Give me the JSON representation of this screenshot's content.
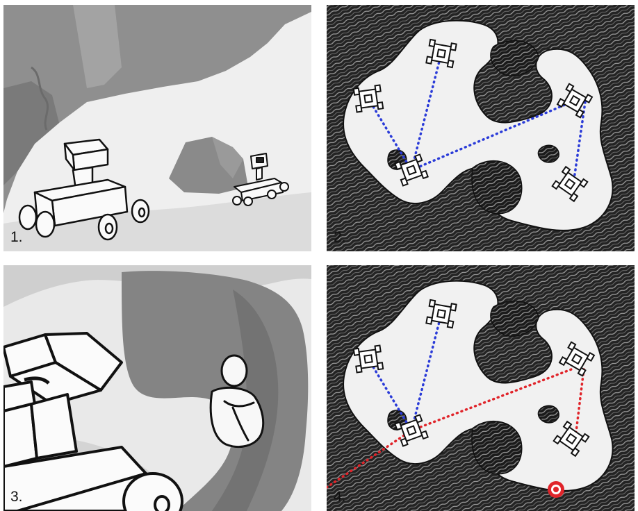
{
  "panels": [
    {
      "label": "1."
    },
    {
      "label": "2."
    },
    {
      "label": "3."
    },
    {
      "label": "4."
    }
  ],
  "icons": {
    "rover": "rover-icon",
    "target": "target-icon",
    "person": "person-icon"
  },
  "colors": {
    "comm_link": "#2a3bd8",
    "lost_link": "#e0242a",
    "target": "#e0242a",
    "terrain": "#111111",
    "cave_floor": "#f1f1f1"
  }
}
